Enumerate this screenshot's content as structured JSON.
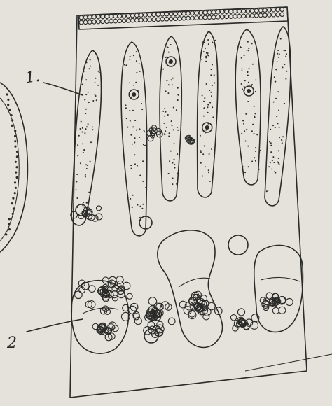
{
  "figure": {
    "labels": [
      {
        "id": "1",
        "text": "1."
      },
      {
        "id": "2",
        "text": "2"
      }
    ]
  },
  "colors": {
    "paper": "#e4e2da",
    "ink": "#2a2a28"
  }
}
